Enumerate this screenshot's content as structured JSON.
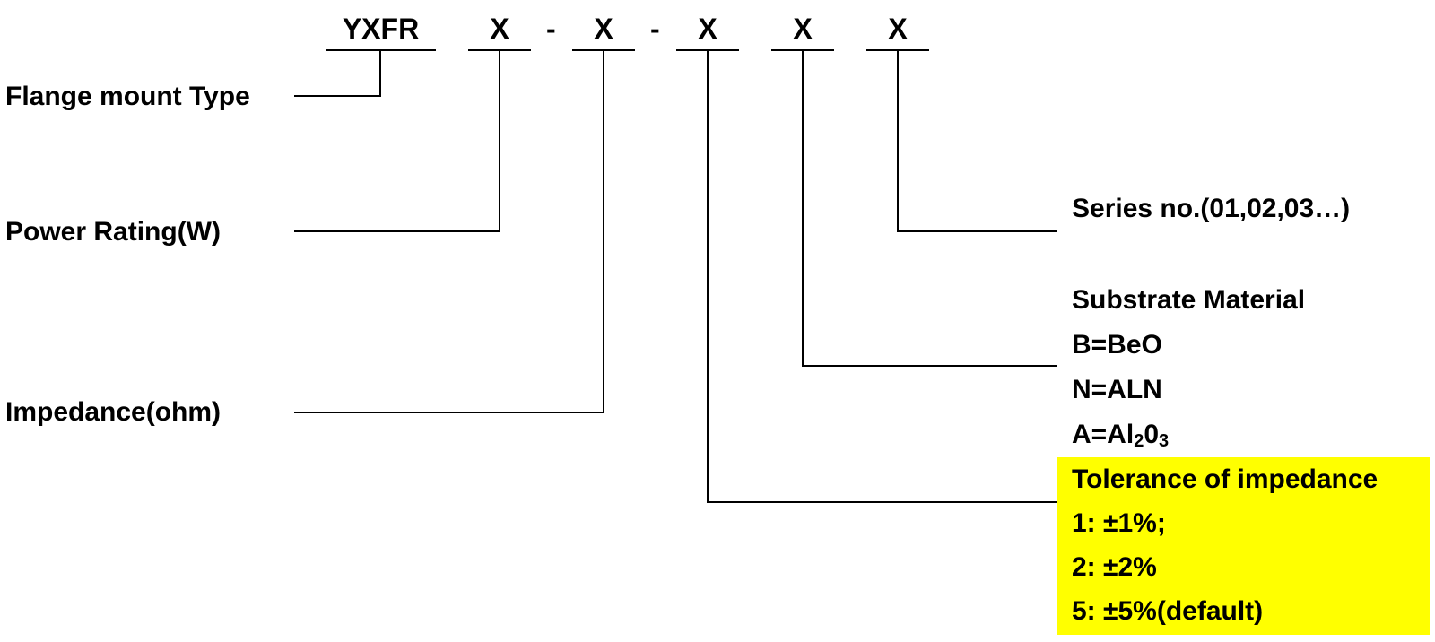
{
  "code": {
    "prefix": "YXFR",
    "slots": [
      "X",
      "X",
      "X",
      "X",
      "X"
    ],
    "separator": "-"
  },
  "left_labels": {
    "flange": "Flange mount Type",
    "power": "Power Rating(W)",
    "impedance": "Impedance(ohm)"
  },
  "right_labels": {
    "series": "Series no.(01,02,03…)",
    "substrate_title": "Substrate Material",
    "substrate_b": "B=BeO",
    "substrate_n": "N=ALN",
    "substrate_a_main": "A=Al",
    "substrate_a_sub1": "2",
    "substrate_a_mid": "0",
    "substrate_a_sub2": "3",
    "tolerance_title": "Tolerance of impedance",
    "tolerance_1": "1:  ±1%;",
    "tolerance_2": "2:  ±2%",
    "tolerance_5": "5:  ±5%(default)"
  },
  "colors": {
    "highlight": "#ffff00",
    "lines": "#000000"
  }
}
